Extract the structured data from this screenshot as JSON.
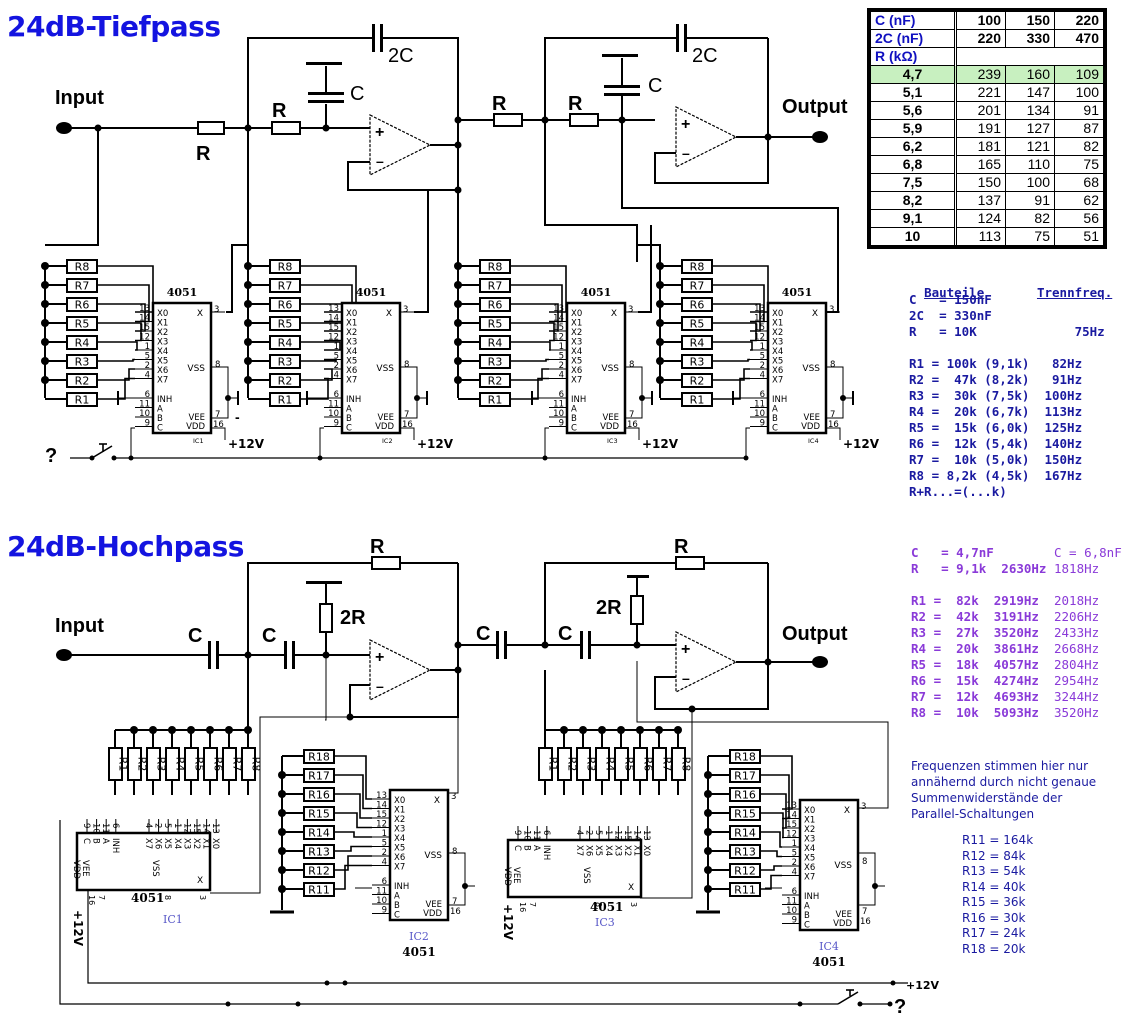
{
  "lowpass": {
    "title": "24dB-Tiefpass",
    "input_label": "Input",
    "output_label": "Output",
    "r_label": "R",
    "c_label": "C",
    "c2_label": "2C",
    "supply_label": "+12V",
    "minus_label": "-",
    "switch_label": "?",
    "ic_label": "4051",
    "ic_names": [
      "IC1",
      "IC2",
      "IC3",
      "IC4"
    ],
    "resistors": [
      "R8",
      "R7",
      "R6",
      "R5",
      "R4",
      "R3",
      "R2",
      "R1"
    ]
  },
  "highpass": {
    "title": "24dB-Hochpass",
    "input_label": "Input",
    "output_label": "Output",
    "r_label": "R",
    "r2_label": "2R",
    "c_label": "C",
    "supply_label": "+12V",
    "switch_label": "?",
    "ic_label": "4051",
    "ic_names": [
      "IC1",
      "IC2",
      "IC3",
      "IC4"
    ],
    "resistors_a": [
      "R1",
      "R2",
      "R3",
      "R4",
      "R5",
      "R6",
      "R7",
      "R8"
    ],
    "resistors_b": [
      "R18",
      "R17",
      "R16",
      "R15",
      "R14",
      "R13",
      "R12",
      "R11"
    ]
  },
  "ic_pins": {
    "inputs": [
      {
        "pin": "13",
        "name": "X0"
      },
      {
        "pin": "14",
        "name": "X1"
      },
      {
        "pin": "15",
        "name": "X2"
      },
      {
        "pin": "12",
        "name": "X3"
      },
      {
        "pin": "1",
        "name": "X4"
      },
      {
        "pin": "5",
        "name": "X5"
      },
      {
        "pin": "2",
        "name": "X6"
      },
      {
        "pin": "4",
        "name": "X7"
      }
    ],
    "control": [
      {
        "pin": "6",
        "name": "INH"
      },
      {
        "pin": "11",
        "name": "A"
      },
      {
        "pin": "10",
        "name": "B"
      },
      {
        "pin": "9",
        "name": "C"
      }
    ],
    "x_pin": {
      "pin": "3",
      "name": "X"
    },
    "vss": {
      "pin": "8",
      "name": "VSS"
    },
    "vee": {
      "pin": "7",
      "name": "VEE"
    },
    "vdd": {
      "pin": "16",
      "name": "VDD"
    }
  },
  "freq_table": {
    "header_rows": [
      {
        "label": "C (nF)",
        "values": [
          "100",
          "150",
          "220"
        ]
      },
      {
        "label": "2C (nF)",
        "values": [
          "220",
          "330",
          "470"
        ]
      }
    ],
    "r_header": "R (kΩ)",
    "highlight_color": "#c8f0c0",
    "rows": [
      {
        "r": "4,7",
        "values": [
          "239",
          "160",
          "109"
        ],
        "highlighted": true
      },
      {
        "r": "5,1",
        "values": [
          "221",
          "147",
          "100"
        ]
      },
      {
        "r": "5,6",
        "values": [
          "201",
          "134",
          "91"
        ]
      },
      {
        "r": "5,9",
        "values": [
          "191",
          "127",
          "87"
        ]
      },
      {
        "r": "6,2",
        "values": [
          "181",
          "121",
          "82"
        ]
      },
      {
        "r": "6,8",
        "values": [
          "165",
          "110",
          "75"
        ]
      },
      {
        "r": "7,5",
        "values": [
          "150",
          "100",
          "68"
        ]
      },
      {
        "r": "8,2",
        "values": [
          "137",
          "91",
          "62"
        ]
      },
      {
        "r": "9,1",
        "values": [
          "124",
          "82",
          "56"
        ]
      },
      {
        "r": "10",
        "values": [
          "113",
          "75",
          "51"
        ]
      }
    ]
  },
  "lowpass_parts": {
    "header_left": "Bauteile",
    "header_right": "Trennfreq.",
    "lines": [
      "C   = 150nF",
      "2C  = 330nF",
      "R   = 10K             75Hz",
      "",
      "R1 = 100k (9,1k)   82Hz",
      "R2 =  47k (8,2k)   91Hz",
      "R3 =  30k (7,5k)  100Hz",
      "R4 =  20k (6,7k)  113Hz",
      "R5 =  15k (6,0k)  125Hz",
      "R6 =  12k (5,4k)  140Hz",
      "R7 =  10k (5,0k)  150Hz",
      "R8 = 8,2k (4,5k)  167Hz",
      "R+R...=(...k)"
    ]
  },
  "highpass_parts": {
    "c_line": "C   = 4,7nF",
    "c_alt": "C = 6,8nF",
    "r_line": "R   = 9,1k  2630Hz",
    "r_alt": "1818Hz",
    "rows": [
      {
        "main": "R1 =  82k  2919Hz",
        "alt": "2018Hz"
      },
      {
        "main": "R2 =  42k  3191Hz",
        "alt": "2206Hz"
      },
      {
        "main": "R3 =  27k  3520Hz",
        "alt": "2433Hz"
      },
      {
        "main": "R4 =  20k  3861Hz",
        "alt": "2668Hz"
      },
      {
        "main": "R5 =  18k  4057Hz",
        "alt": "2804Hz"
      },
      {
        "main": "R6 =  15k  4274Hz",
        "alt": "2954Hz"
      },
      {
        "main": "R7 =  12k  4693Hz",
        "alt": "3244Hz"
      },
      {
        "main": "R8 =  10k  5093Hz",
        "alt": "3520Hz"
      }
    ]
  },
  "note": {
    "lines": [
      "Frequenzen stimmen hier nur",
      "annähernd durch nicht genaue",
      "Summenwiderstände der",
      "Parallel-Schaltungen"
    ]
  },
  "sum_resistors": [
    "R11 = 164k",
    "R12 = 84k",
    "R13 = 54k",
    "R14 = 40k",
    "R15 = 36k",
    "R16 = 30k",
    "R17 = 24k",
    "R18 = 20k"
  ]
}
